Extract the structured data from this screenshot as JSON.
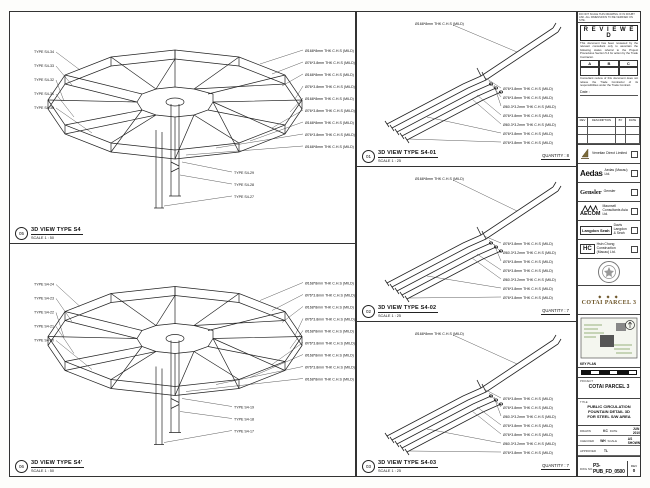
{
  "panels_left": [
    {
      "marker": "05",
      "view_label": "3D VIEW TYPE S4",
      "scale_label": "SCALE 1 : 50",
      "left_labels": [
        "TYPE S4-34",
        "TYPE S4-33",
        "TYPE S4-32",
        "TYPE S4-31",
        "TYPE S4-30"
      ],
      "right_labels": [
        "Ø168*8mm THK C.H.S (MILD)",
        "Ø76*3.8mm THK C.H.S (MILD)",
        "Ø168*8mm THK C.H.S (MILD)",
        "Ø76*3.8mm THK C.H.S (MILD)",
        "Ø168*8mm THK C.H.S (MILD)",
        "Ø76*3.8mm THK C.H.S (MILD)",
        "Ø168*8mm THK C.H.S (MILD)",
        "Ø76*3.8mm THK C.H.S (MILD)",
        "Ø168*8mm THK C.H.S (MILD)"
      ],
      "bottom_labels": [
        "TYPE S4-29",
        "TYPE S4-28",
        "TYPE S4-27"
      ]
    },
    {
      "marker": "06",
      "view_label": "3D VIEW TYPE S4'",
      "scale_label": "SCALE 1 : 50",
      "left_labels": [
        "TYPE S4-24",
        "TYPE S4-23",
        "TYPE S4-22",
        "TYPE S4-21",
        "TYPE S4-20"
      ],
      "right_labels": [
        "Ø168*8mm THK C.H.S (MILD)",
        "Ø76*3.8mm THK C.H.S (MILD)",
        "Ø168*8mm THK C.H.S (MILD)",
        "Ø76*3.8mm THK C.H.S (MILD)",
        "Ø168*8mm THK C.H.S (MILD)",
        "Ø76*3.8mm THK C.H.S (MILD)",
        "Ø168*8mm THK C.H.S (MILD)",
        "Ø76*3.8mm THK C.H.S (MILD)",
        "Ø168*8mm THK C.H.S (MILD)"
      ],
      "bottom_labels": [
        "TYPE S4-19",
        "TYPE S4-18",
        "TYPE S4-17"
      ]
    }
  ],
  "panels_mid": [
    {
      "marker": "01",
      "view_label": "3D VIEW TYPE S4-01",
      "scale_label": "SCALE 1 : 25",
      "quantity": "QUANTITY : 8",
      "top_label": "Ø168*8mm THK C.H.S (MILD)",
      "labels": [
        "Ø76*3.8mm THK C.H.S (MILD)",
        "Ø76*3.8mm THK C.H.S (MILD)",
        "Ø60.3*3.2mm THK C.H.S (MILD)",
        "Ø76*3.8mm THK C.H.S (MILD)",
        "Ø60.3*3.2mm THK C.H.S (MILD)",
        "Ø76*3.8mm THK C.H.S (MILD)",
        "Ø76*3.8mm THK C.H.S (MILD)"
      ]
    },
    {
      "marker": "02",
      "view_label": "3D VIEW TYPE S4-02",
      "scale_label": "SCALE 1 : 25",
      "quantity": "QUANTITY : 7",
      "top_label": "Ø168*8mm THK C.H.S (MILD)",
      "labels": [
        "Ø76*3.8mm THK C.H.S (MILD)",
        "Ø60.3*3.2mm THK C.H.S (MILD)",
        "Ø76*3.8mm THK C.H.S (MILD)",
        "Ø76*3.8mm THK C.H.S (MILD)",
        "Ø60.3*3.2mm THK C.H.S (MILD)",
        "Ø76*3.8mm THK C.H.S (MILD)",
        "Ø76*3.8mm THK C.H.S (MILD)"
      ]
    },
    {
      "marker": "03",
      "view_label": "3D VIEW TYPE S4-03",
      "scale_label": "SCALE 1 : 25",
      "quantity": "QUANTITY : 7",
      "top_label": "Ø168*8mm THK C.H.S (MILD)",
      "labels": [
        "Ø76*3.8mm THK C.H.S (MILD)",
        "Ø76*3.8mm THK C.H.S (MILD)",
        "Ø60.3*3.2mm THK C.H.S (MILD)",
        "Ø76*3.8mm THK C.H.S (MILD)",
        "Ø76*3.8mm THK C.H.S (MILD)",
        "Ø60.3*3.2mm THK C.H.S (MILD)",
        "Ø76*3.8mm THK C.H.S (MILD)"
      ]
    }
  ],
  "titleblock": {
    "micro_top": "DO NOT SCALE THIS DRAWING. IF IN DOUBT ASK. ALL DIMENSIONS TO BE VERIFIED ON SITE.",
    "stamp": {
      "title": "R E V I E W E D",
      "body1": "This document has been reviewed by the relevant consultant only to ascertain the following status referral to the Project Procedures Section 5.4 for action by the Trade Contractor.",
      "cols": [
        "A",
        "B",
        "C"
      ],
      "body2": "Consultant review of this document does not relieve the Trade Contractor of its responsibilities under the Trade Contract.",
      "date_label": "Date :"
    },
    "rev_table": {
      "headers": [
        "REV",
        "DESCRIPTION",
        "BY",
        "DATE"
      ]
    },
    "owner": "Venetian Direct Limited",
    "consultants": [
      {
        "wordmark": "Aedas",
        "name": "Aedas (Macau) Ltd."
      },
      {
        "wordmark": "Gensler",
        "name": "Gensler"
      },
      {
        "wordmark": "AECOM",
        "name": "Maunsell Consultants Asia Ltd."
      },
      {
        "wordmark": "Langdon Seah",
        "name": "Davis Langdon & Seah"
      }
    ],
    "contractor": {
      "mark": "HC",
      "name": "Hsin Chong Construction (Macau) Ltd."
    },
    "project_logo": {
      "ornament": "◆ ◆ ◆",
      "name": "COTAI PARCEL 3"
    },
    "keyplan_label": "KEY PLAN",
    "project_label": "PROJECT",
    "project_name": "COTAI PARCEL 3",
    "title_label": "TITLE",
    "title_lines": [
      "PUBLIC CIRCULATION",
      "FOUNTAIN DETAIL 3D",
      "FOR STEEL S/W AREA"
    ],
    "fields": [
      {
        "label": "DRAWN",
        "value": "KC"
      },
      {
        "label": "CHECKED",
        "value": "WH"
      },
      {
        "label": "APPROVED",
        "value": "TL"
      },
      {
        "label": "DATE",
        "value": "JUN 2010"
      },
      {
        "label": "SCALE",
        "value": "AS SHOWN"
      }
    ],
    "dwg": {
      "label": "DWG NO.",
      "number": "P3-PUB_FD_0500",
      "rev_label": "REV",
      "rev": "0"
    }
  }
}
